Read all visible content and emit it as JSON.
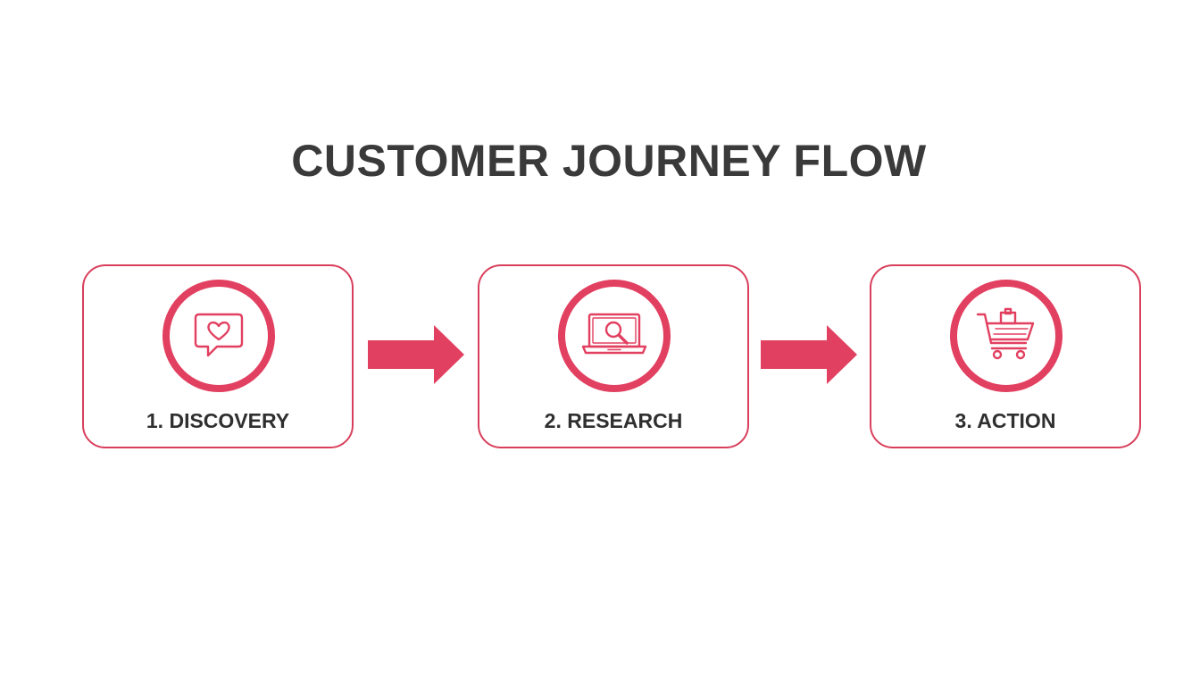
{
  "title": "CUSTOMER JOURNEY FLOW",
  "colors": {
    "accent": "#e24060",
    "border": "#d93f5c",
    "text": "#3a3a3a"
  },
  "stages": [
    {
      "label": "1. DISCOVERY",
      "icon": "chat-heart-icon"
    },
    {
      "label": "2. RESEARCH",
      "icon": "laptop-search-icon"
    },
    {
      "label": "3. ACTION",
      "icon": "shopping-cart-icon"
    }
  ]
}
